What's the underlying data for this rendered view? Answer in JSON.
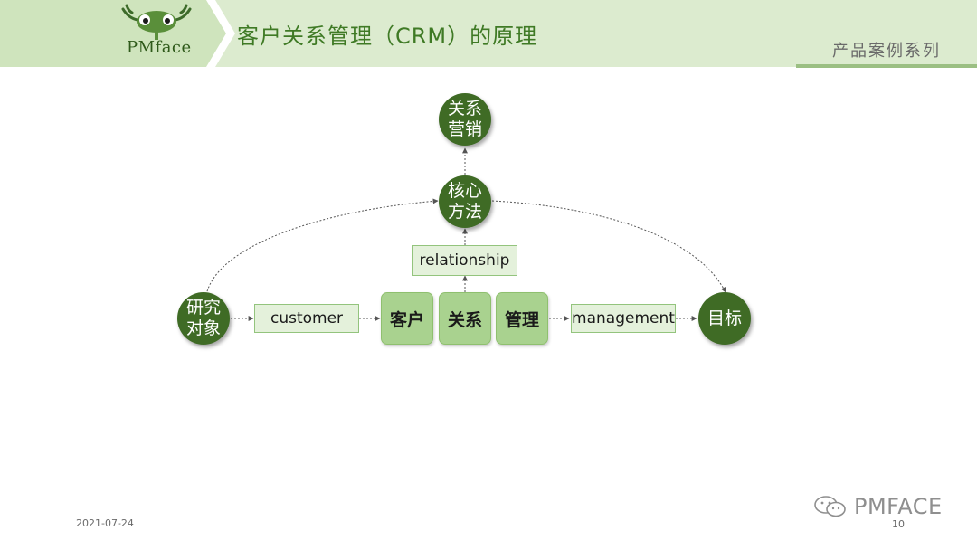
{
  "header": {
    "logo": "PMface",
    "title": "客户关系管理（CRM）的原理",
    "series": "产品案例系列"
  },
  "diagram": {
    "nodes": {
      "relationship_marketing": "关系营销",
      "core_method": "核心方法",
      "research_object": "研究对象",
      "goal": "目标"
    },
    "terms": {
      "customer": "customer",
      "relationship": "relationship",
      "management": "management"
    },
    "blocks": {
      "customer_cn": "客户",
      "relationship_cn": "关系",
      "management_cn": "管理"
    }
  },
  "footer": {
    "date": "2021-07-24",
    "page": "10",
    "watermark": "PMFACE"
  },
  "colors": {
    "dark_green": "#3f6b25",
    "light_green": "#a9d28f",
    "header_bg": "#dcebcf",
    "title_green": "#3f7a25"
  }
}
